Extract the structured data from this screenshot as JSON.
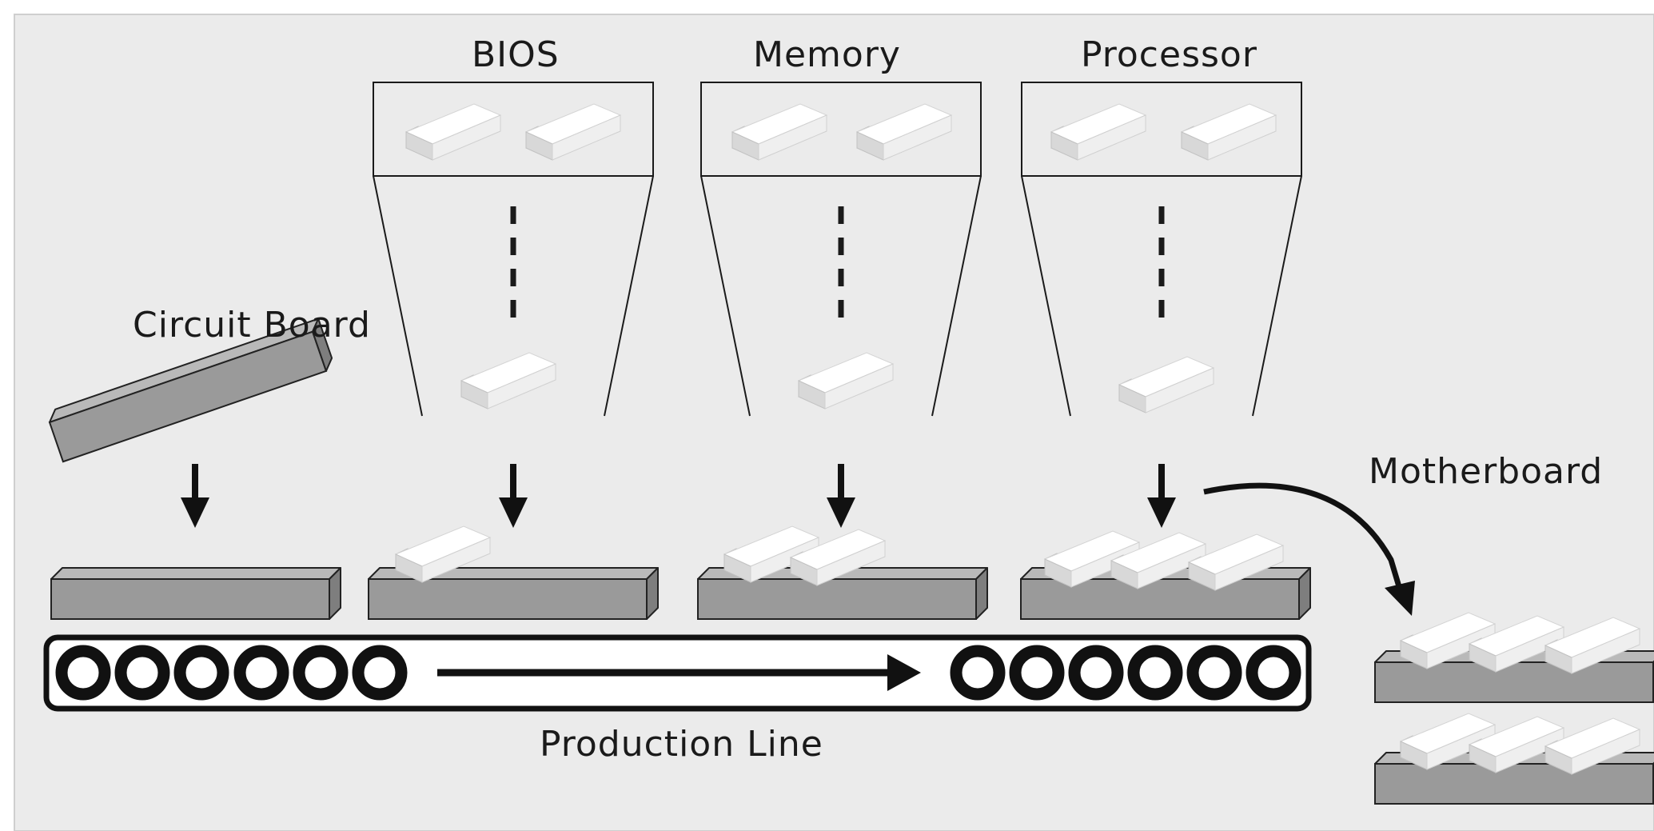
{
  "labels": {
    "bios": "BIOS",
    "memory": "Memory",
    "processor": "Processor",
    "circuit_board": "Circuit Board",
    "motherboard": "Motherboard",
    "production_line": "Production Line"
  },
  "colors": {
    "background": "#ebebeb",
    "board_fill": "#9a9a9a",
    "chip_fill": "#ffffff",
    "line": "#1a1a1a"
  }
}
